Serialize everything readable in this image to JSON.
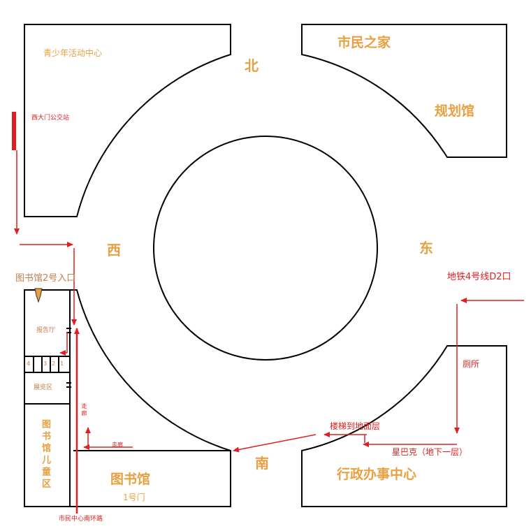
{
  "directions": {
    "north": "北",
    "south": "南",
    "east": "东",
    "west": "西"
  },
  "buildings": {
    "youth_center": "青少年活动中心",
    "citizen_home": "市民之家",
    "planning_hall": "规划馆",
    "admin_center": "行政办事中心",
    "library": "图书馆",
    "library_gate": "1号门",
    "children_area": "图书馆儿童区"
  },
  "library_rooms": {
    "report_hall": "报告厅",
    "exhibit_area": "展览区",
    "corridor_vertical": "走廊",
    "corridor_horizontal": "走廊",
    "numbers": [
      "4",
      "3",
      "2",
      "1"
    ]
  },
  "transport": {
    "west_gate_bus": "西大门公交站",
    "metro_exit": "地铁4号线D2口",
    "library_entrance_2": "图书馆2号入口",
    "south_ring_road": "市民中心南环路"
  },
  "facilities": {
    "toilet": "厕所",
    "stairs": "楼梯到地面层",
    "starbucks": "星巴克（地下一层）"
  },
  "colors": {
    "outline": "#000000",
    "route": "#e02020",
    "label": "#e8a040"
  }
}
